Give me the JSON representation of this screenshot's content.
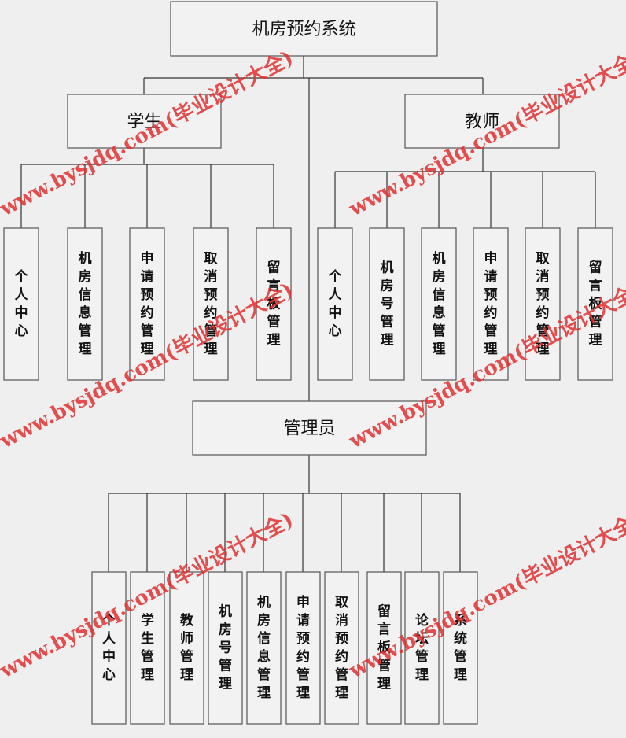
{
  "root": "机房预约系统",
  "groups": [
    {
      "title": "学生",
      "leaves": [
        "个人中心",
        "机房信息管理",
        "申请预约管理",
        "取消预约管理",
        "留言板管理"
      ]
    },
    {
      "title": "教师",
      "leaves": [
        "个人中心",
        "机房号管理",
        "机房信息管理",
        "申请预约管理",
        "取消预约管理",
        "留言板管理"
      ]
    },
    {
      "title": "管理员",
      "leaves": [
        "个人中心",
        "学生管理",
        "教师管理",
        "机房号管理",
        "机房信息管理",
        "申请预约管理",
        "取消预约管理",
        "留言板管理",
        "论坛管理",
        "系统管理"
      ]
    }
  ],
  "watermark": "www.bysjdq.com(毕业设计大全)",
  "colors": {
    "background": "#efefef",
    "box_fill": "#f2f2f2",
    "box_border": "#555555",
    "line": "#333333",
    "watermark": "#e03030"
  }
}
